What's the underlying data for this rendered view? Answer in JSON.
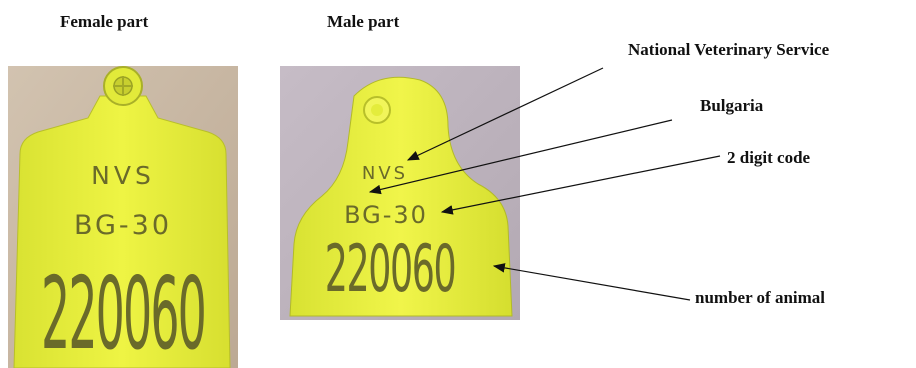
{
  "captions": {
    "female": "Female part",
    "male": "Male part"
  },
  "female_tag": {
    "line1": "NVS",
    "line2": "BG-30",
    "number": "220060"
  },
  "male_tag": {
    "line1": "NVS",
    "line2": "BG-30",
    "number": "220060"
  },
  "labels": {
    "service": "National Veterinary Service",
    "country": "Bulgaria",
    "code": "2 digit code",
    "animal_number": "number of animal"
  },
  "colors": {
    "tag_yellow": "#e7ef3c",
    "tag_text": "#6a6a2a",
    "background_female": "#c9b9a6",
    "background_male": "#bdb3bd"
  }
}
